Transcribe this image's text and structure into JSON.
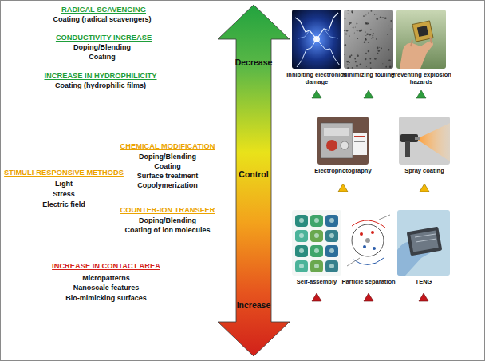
{
  "diagram": {
    "nodes": [
      {
        "text": [
          "Decrease",
          "Control",
          "Increase"
        ]
      },
      {
        "text": [
          "Inhibiting electronics damage"
        ]
      },
      {
        "text": [
          "Minimizing fouling"
        ]
      },
      {
        "text": [
          "Preventing explosion hazards"
        ]
      },
      {
        "text": [
          "Electrophotography"
        ]
      },
      {
        "text": [
          "Spray coating"
        ]
      },
      {
        "text": [
          "Self-assembly"
        ]
      },
      {
        "text": [
          "Particle separation"
        ]
      },
      {
        "text": [
          "TENG"
        ]
      }
    ],
    "labels": [
      "RADICAL SCAVENGING",
      "Coating (radical scavengers)",
      "CONDUCTIVITY INCREASE",
      "Doping/Blending",
      "Coating",
      "INCREASE IN HYDROPHILICITY",
      "Coating (hydrophilic films)",
      "CHEMICAL MODIFICATION",
      "Doping/Blending",
      "Coating",
      "Surface treatment",
      "Copolymerization",
      "STIMULI-RESPONSIVE METHODS",
      "Light",
      "Stress",
      "Electric field",
      "COUNTER-ION TRANSFER",
      "Doping/Blending",
      "Coating of ion molecules",
      "INCREASE IN CONTACT AREA",
      "Micropatterns",
      "Nanoscale features",
      "Bio-mimicking surfaces"
    ]
  }
}
